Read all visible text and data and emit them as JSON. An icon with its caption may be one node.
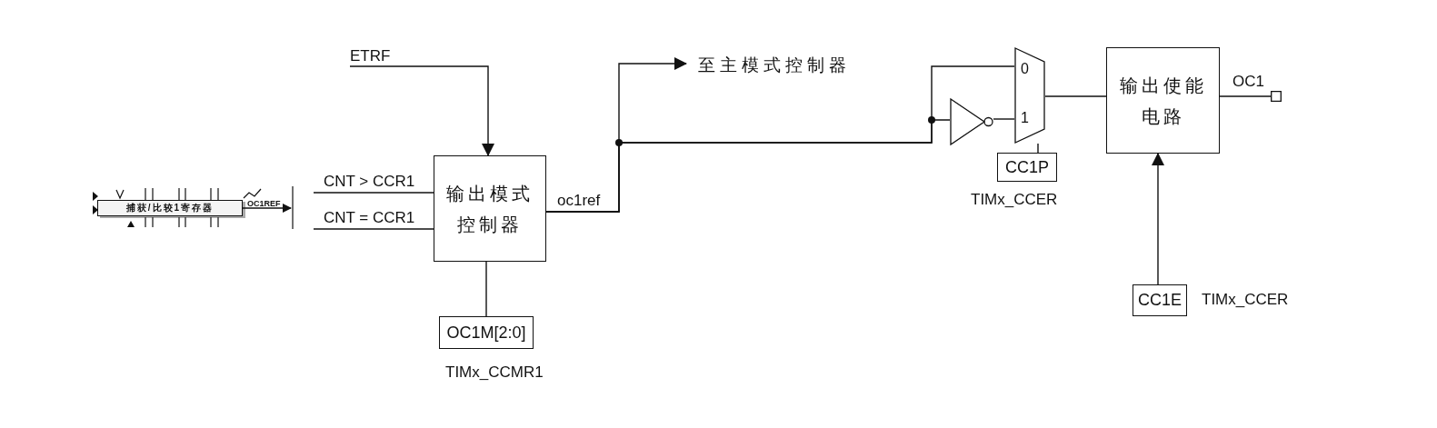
{
  "diagram": {
    "nodes": [
      {
        "text": [
          "捕获/比较1寄存器"
        ]
      },
      {
        "text": [
          "ETRF"
        ]
      },
      {
        "text": [
          "输出模式控制器"
        ]
      },
      {
        "text": [
          "OC1M[2:0]"
        ],
        "beside": [
          "TIMx_CCMR1"
        ]
      },
      {
        "text": [
          "至主模式控制器"
        ]
      },
      {
        "text": [],
        "shape": "triangle"
      },
      {
        "text": [
          "0",
          "1"
        ]
      },
      {
        "text": [
          "CC1P"
        ],
        "beside": [
          "TIMx_CCER"
        ]
      },
      {
        "text": [
          "输出使能电路"
        ]
      },
      {
        "text": [
          "CC1E"
        ],
        "beside": [
          "TIMx_CCER"
        ]
      },
      {
        "text": [],
        "shape": "box"
      }
    ],
    "edges": [
      {
        "from": 0,
        "to": null,
        "arrow": "to",
        "label": "OC1REF"
      },
      {
        "from": 1,
        "to": 2,
        "arrow": "to"
      },
      {
        "from": null,
        "to": 2,
        "arrow": "none",
        "label": "CNT > CCR1"
      },
      {
        "from": null,
        "to": 2,
        "arrow": "none",
        "label": "CNT = CCR1"
      },
      {
        "from": 3,
        "to": 2,
        "arrow": "none"
      },
      {
        "from": 2,
        "to": 4,
        "arrow": "to",
        "label": "oc1ref"
      },
      {
        "from": 2,
        "to": 6,
        "arrow": "none"
      },
      {
        "from": 2,
        "to": 5,
        "arrow": "none"
      },
      {
        "from": 5,
        "to": 6,
        "arrow": "none"
      },
      {
        "from": 7,
        "to": 6,
        "arrow": "none"
      },
      {
        "from": 6,
        "to": 8,
        "arrow": "none"
      },
      {
        "from": 8,
        "to": 10,
        "arrow": "none",
        "label": "OC1"
      },
      {
        "from": 9,
        "to": 8,
        "arrow": "to"
      }
    ]
  }
}
